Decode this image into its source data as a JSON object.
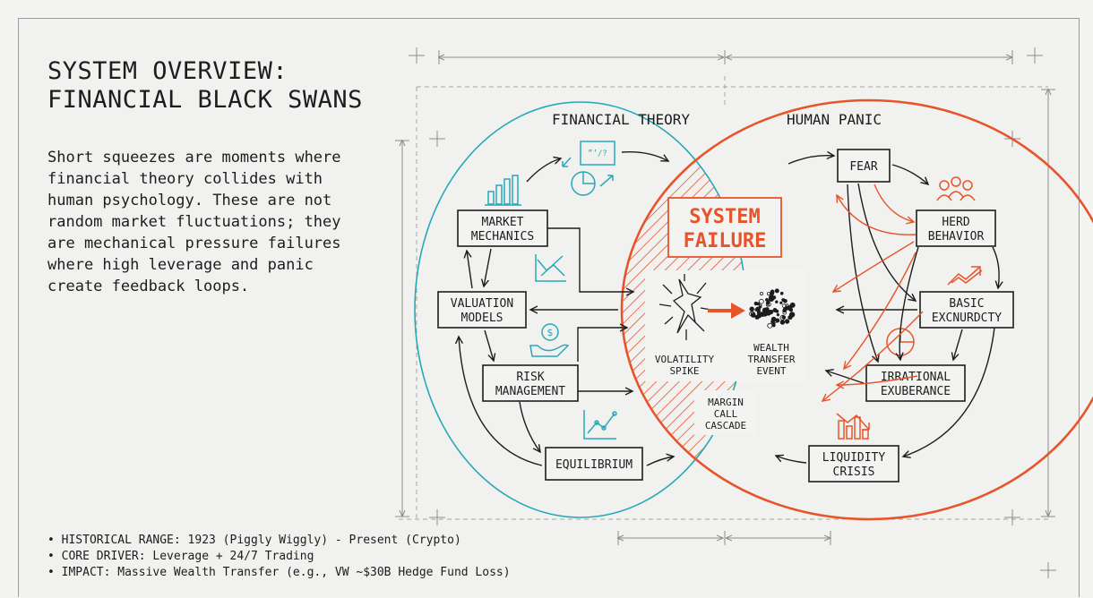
{
  "title_lines": [
    "SYSTEM OVERVIEW:",
    "FINANCIAL BLACK SWANS"
  ],
  "description": "Short squeezes are moments where financial theory collides with human psychology. These are not random market fluctuations; they are mechanical pressure failures where high leverage and panic create feedback loops.",
  "circles": {
    "left_label": "FINANCIAL THEORY",
    "right_label": "HUMAN PANIC"
  },
  "intersection": {
    "headline": [
      "SYSTEM",
      "FAILURE"
    ],
    "volatility_label": [
      "VOLATILITY",
      "SPIKE"
    ],
    "wealth_label": [
      "WEALTH",
      "TRANSFER",
      "EVENT"
    ],
    "margin_label": [
      "MARGIN",
      "CALL",
      "CASCADE"
    ]
  },
  "theory_nodes": {
    "market_mechanics": [
      "MARKET",
      "MECHANICS"
    ],
    "valuation_models": [
      "VALUATION",
      "MODELS"
    ],
    "risk_management": [
      "RISK",
      "MANAGEMENT"
    ],
    "equilibrium": [
      "EQUILIBRIUM"
    ]
  },
  "panic_nodes": {
    "fear": [
      "FEAR"
    ],
    "herd_behavior": [
      "HERD",
      "BEHAVIOR"
    ],
    "basic_excnurdcty": [
      "BASIC",
      "EXCNURDCTY"
    ],
    "irrational_exuberance": [
      "IRRATIONAL",
      "EXUBERANCE"
    ],
    "liquidity_crisis": [
      "LIQUIDITY",
      "CRISIS"
    ]
  },
  "icon_text": {
    "chart_label": "”’/?"
  },
  "bullets": [
    "HISTORICAL RANGE: 1923 (Piggly Wiggly) - Present (Crypto)",
    "CORE DRIVER: Leverage + 24/7 Trading",
    "IMPACT: Massive Wealth Transfer (e.g., VW ~$30B Hedge Fund Loss)"
  ],
  "colors": {
    "teal": "#27a9b8",
    "orange": "#e8542a",
    "ink": "#1d1d1d"
  }
}
